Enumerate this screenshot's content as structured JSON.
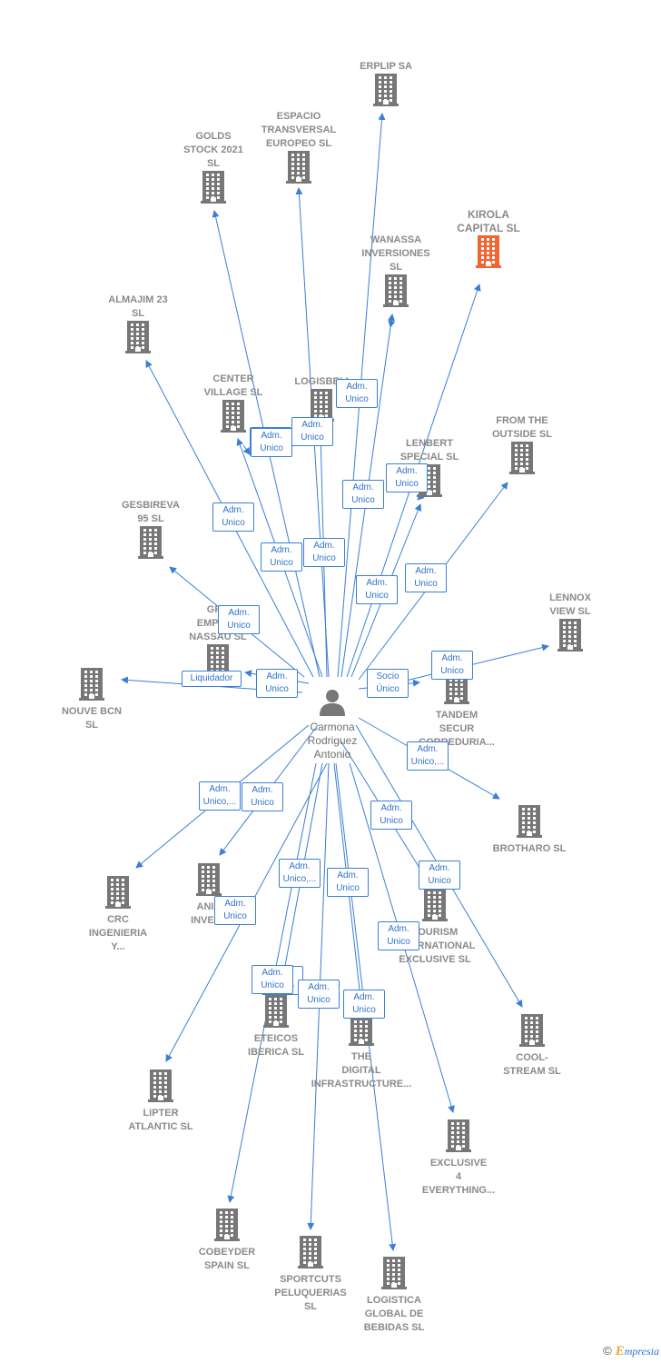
{
  "colors": {
    "edge": "#3a7fd5",
    "building": "#777777",
    "highlight_building": "#f26531",
    "edge_label_text": "#2f73c9"
  },
  "person": {
    "name": "Carmona\nRodriguez\nAntonio",
    "icon": "person-icon"
  },
  "companies": [
    {
      "id": "erplip",
      "label": "ERPLIP SA"
    },
    {
      "id": "espacio",
      "label": "ESPACIO\nTRANSVERSAL\nEUROPEO  SL"
    },
    {
      "id": "golds",
      "label": "GOLDS\nSTOCK 2021\nSL"
    },
    {
      "id": "kirola",
      "label": "KIROLA\nCAPITAL  SL",
      "highlight": true
    },
    {
      "id": "wanassa",
      "label": "WANASSA\nINVERSIONES\nSL"
    },
    {
      "id": "almajim",
      "label": "ALMAJIM 23\nSL"
    },
    {
      "id": "center",
      "label": "CENTER\nVILLAGE  SL"
    },
    {
      "id": "logisbeli",
      "label": "LOGISBELI"
    },
    {
      "id": "lenbert",
      "label": "LENBERT\nSPECIAL  SL"
    },
    {
      "id": "fromoutside",
      "label": "FROM THE\nOUTSIDE  SL"
    },
    {
      "id": "gesbireva",
      "label": "GESBIREVA\n95 SL"
    },
    {
      "id": "grupo",
      "label": "GRU\nEMPRES\nNASSAU SL"
    },
    {
      "id": "lennox",
      "label": "LENNOX\nVIEW SL"
    },
    {
      "id": "nouve",
      "label": "NOUVE BCN\nSL"
    },
    {
      "id": "tandem",
      "label": "TANDEM\nSECUR\nCORREDURIA..."
    },
    {
      "id": "brotharo",
      "label": "BROTHARO  SL"
    },
    {
      "id": "crc",
      "label": "CRC\nINGENIERIA\nY..."
    },
    {
      "id": "ania",
      "label": "ANIA\nINVEST"
    },
    {
      "id": "tourism",
      "label": "TOURISM\nINTERNATIONAL\nEXCLUSIVE  SL"
    },
    {
      "id": "eteicos",
      "label": "ETEICOS\nIBERICA  SL"
    },
    {
      "id": "digital",
      "label": "THE\nDIGITAL\nINFRASTRUCTURE..."
    },
    {
      "id": "coolstream",
      "label": "COOL-\nSTREAM  SL"
    },
    {
      "id": "lipter",
      "label": "LIPTER\nATLANTIC  SL"
    },
    {
      "id": "exclusive4",
      "label": "EXCLUSIVE\n4\nEVERYTHING..."
    },
    {
      "id": "cobeyder",
      "label": "COBEYDER\nSPAIN  SL"
    },
    {
      "id": "sportcuts",
      "label": "SPORTCUTS\nPELUQUERIAS\nSL"
    },
    {
      "id": "logistica",
      "label": "LOGISTICA\nGLOBAL DE\nBEBIDAS  SL"
    }
  ],
  "relations": [
    {
      "to": "erplip",
      "label": "Adm.\nUnico"
    },
    {
      "to": "espacio",
      "label": "Adm.\nUnico"
    },
    {
      "to": "golds",
      "label": "Adm.\nUnico"
    },
    {
      "to": "kirola",
      "label": "Adm.\nUnico"
    },
    {
      "to": "wanassa",
      "label": "Adm.\nUnico"
    },
    {
      "to": "almajim",
      "label": "Adm.\nUnico"
    },
    {
      "to": "center",
      "label": "Adm.\nUnico"
    },
    {
      "to": "logisbeli",
      "label": "Adm.\nUnico"
    },
    {
      "to": "lenbert",
      "label": "Adm.\nUnico,..."
    },
    {
      "to": "fromoutside",
      "label": "Adm.\nUnico"
    },
    {
      "to": "gesbireva",
      "label": "Adm.\nUnico"
    },
    {
      "to": "grupo",
      "label": "Adm.\nUnico"
    },
    {
      "to": "nouve",
      "label": "Liquidador"
    },
    {
      "to": "lennox",
      "label": "Adm.\nUnico"
    },
    {
      "to": "tandem",
      "label": "Socio\nÚnico"
    },
    {
      "to": "brotharo",
      "label": "Adm.\nUnico,..."
    },
    {
      "to": "crc",
      "label": "Adm.\nUnico,..."
    },
    {
      "to": "ania",
      "label": "Adm.\nUnico"
    },
    {
      "to": "tourism",
      "label": "Adm.\nUnico"
    },
    {
      "to": "eteicos",
      "label": "Adm.\nUnico,..."
    },
    {
      "to": "digital",
      "label": "Adm.\nUnico"
    },
    {
      "to": "coolstream",
      "label": "Adm.\nUnico"
    },
    {
      "to": "lipter",
      "label": "Adm.\nUnico"
    },
    {
      "to": "exclusive4",
      "label": "Adm.\nUnico"
    },
    {
      "to": "cobeyder",
      "label": "Adm.\nUnico"
    },
    {
      "to": "sportcuts",
      "label": "Adm.\nUnico"
    },
    {
      "to": "logistica",
      "label": "Adm.\nUnico"
    },
    {
      "to": "grupo",
      "label": "Adm.\nUnico"
    },
    {
      "to": "center",
      "label": "Adm.\nUnico"
    },
    {
      "to": "lenbert",
      "label": "Adm.\nUnico"
    },
    {
      "to": "wanassa",
      "label": "Adm.\nUnico"
    },
    {
      "to": "tourism",
      "label": "Adm.\nUnico"
    },
    {
      "to": "eteicos",
      "label": "Adm.\nUnico"
    }
  ],
  "footer": {
    "copyright": "©",
    "brand_first": "E",
    "brand_rest": "mpresia"
  }
}
